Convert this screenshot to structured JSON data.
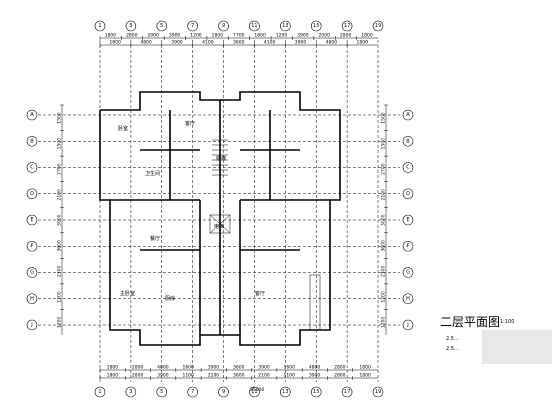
{
  "drawing": {
    "title": "二层平面图",
    "scale_hint": "1:100",
    "notes": [
      "2.5…",
      "2.5…"
    ]
  },
  "top_axes": [
    "1",
    "3",
    "5",
    "7",
    "9",
    "11",
    "13",
    "15",
    "17",
    "19"
  ],
  "left_axes": [
    "A",
    "B",
    "C",
    "D",
    "E",
    "F",
    "G",
    "H",
    "J"
  ],
  "right_axes": [
    "A",
    "B",
    "C",
    "D",
    "E",
    "F",
    "G",
    "H",
    "J"
  ],
  "overall_dimension": "35000",
  "top_dims_row1": [
    "1800",
    "2800",
    "2000",
    "3900",
    "1200",
    "1800",
    "7700",
    "1800",
    "1200",
    "3900",
    "2000",
    "2800",
    "1800"
  ],
  "top_dims_row2": [
    "1800",
    "4800",
    "3900",
    "4100",
    "3600",
    "4100",
    "3900",
    "4800",
    "1800"
  ],
  "bottom_dims_row1": [
    "1800",
    "2800",
    "4800",
    "1600",
    "3900",
    "3600",
    "3900",
    "1600",
    "4800",
    "2800",
    "1800"
  ],
  "bottom_dims_row2": [
    "1800",
    "2800",
    "3900",
    "1100",
    "2100",
    "3600",
    "2100",
    "1100",
    "3900",
    "2800",
    "1800"
  ],
  "left_dims": [
    "1500",
    "1500",
    "2700",
    "2100",
    "3000",
    "3600",
    "2300",
    "1200",
    "1200"
  ],
  "right_dims": [
    "1500",
    "1500",
    "2700",
    "2100",
    "3000",
    "3600",
    "2300",
    "1200",
    "1200"
  ],
  "rooms": [
    {
      "label": "卧室"
    },
    {
      "label": "卫生间"
    },
    {
      "label": "客厅"
    },
    {
      "label": "餐厅"
    },
    {
      "label": "厨房"
    },
    {
      "label": "主卧室"
    },
    {
      "label": "电梯"
    },
    {
      "label": "楼梯"
    },
    {
      "label": "客厅"
    }
  ]
}
